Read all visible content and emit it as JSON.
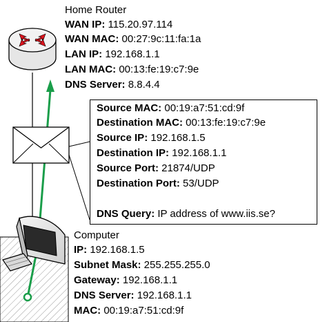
{
  "router": {
    "title": "Home Router",
    "fields": [
      {
        "label": "WAN IP:",
        "value": " 115.20.97.114"
      },
      {
        "label": "WAN MAC:",
        "value": " 00:27:9c:11:fa:1a"
      },
      {
        "label": "LAN IP:",
        "value": " 192.168.1.1"
      },
      {
        "label": "LAN MAC:",
        "value": " 00:13:fe:19:c7:9e"
      },
      {
        "label": "DNS Server:",
        "value": " 8.8.4.4"
      }
    ]
  },
  "packet": {
    "fields": [
      {
        "label": "Source MAC:",
        "value": " 00:19:a7:51:cd:9f"
      },
      {
        "label": "Destination MAC:",
        "value": " 00:13:fe:19:c7:9e"
      },
      {
        "label": "Source IP:",
        "value": " 192.168.1.5"
      },
      {
        "label": "Destination IP:",
        "value": " 192.168.1.1"
      },
      {
        "label": "Source Port:",
        "value": " 21874/UDP"
      },
      {
        "label": "Destination Port:",
        "value": " 53/UDP"
      }
    ],
    "query": {
      "label": "DNS Query:",
      "value": " IP address of www.iis.se?"
    }
  },
  "computer": {
    "title": "Computer",
    "fields": [
      {
        "label": "IP:",
        "value": " 192.168.1.5"
      },
      {
        "label": "Subnet Mask:",
        "value": " 255.255.255.0"
      },
      {
        "label": "Gateway:",
        "value": " 192.168.1.1"
      },
      {
        "label": "DNS Server:",
        "value": " 192.168.1.1"
      },
      {
        "label": "MAC:",
        "value": " 00:19:a7:51:cd:9f"
      }
    ]
  },
  "colors": {
    "path": "#1a9e4a",
    "router_arrows": "#e0141e",
    "device_gray": "#e6e6e6"
  }
}
